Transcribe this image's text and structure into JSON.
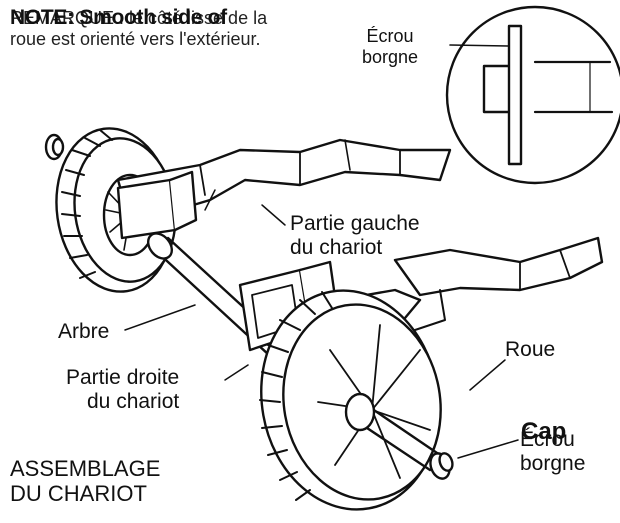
{
  "note": {
    "overlay_en": "NOTE: Smooth side of",
    "fr_line1": "REMARQUE : le côté lisse de la",
    "fr_line2": "roue est orienté vers l'extérieur."
  },
  "inset": {
    "label_line1": "Écrou",
    "label_line2": "borgne"
  },
  "labels": {
    "left_frame_line1": "Partie gauche",
    "left_frame_line2": "du chariot",
    "axle": "Arbre",
    "right_frame_line1": "Partie droite",
    "right_frame_line2": "du chariot",
    "wheel": "Roue",
    "cap_en": "Cap",
    "cap_fr_line1": "Écrou",
    "cap_fr_line2": "borgne"
  },
  "caption": {
    "line1": "ASSEMBLAGE",
    "line2": "DU CHARIOT"
  },
  "colors": {
    "ink": "#111111",
    "fill": "#ffffff",
    "shade": "#d9d9d9"
  }
}
